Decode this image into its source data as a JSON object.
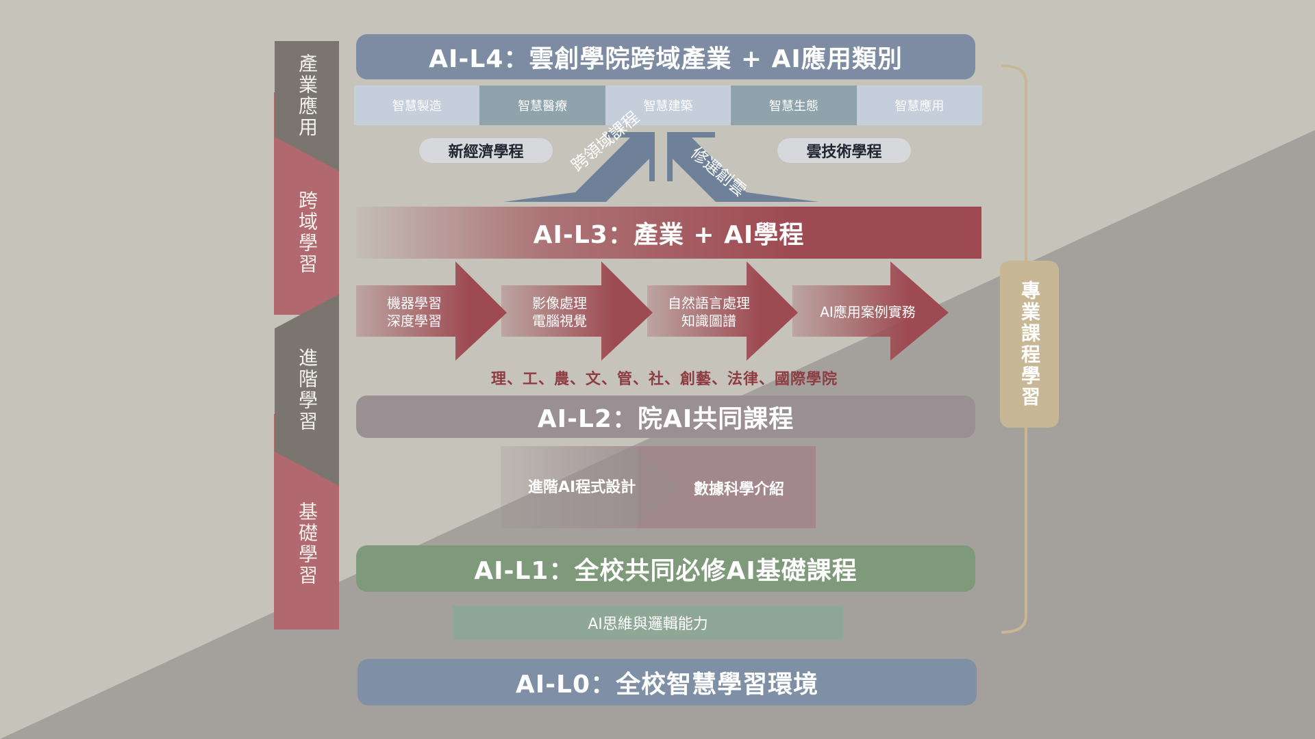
{
  "levels": {
    "l4": "AI-L4：雲創學院跨域產業 + AI應用類別",
    "l3": "AI-L3：產業 + AI學程",
    "l2": "AI-L2：院AI共同課程",
    "l1": "AI-L1：全校共同必修AI基礎課程",
    "l0": "AI-L0：全校智慧學習環境"
  },
  "l4_tabs": [
    "智慧製造",
    "智慧醫療",
    "智慧建築",
    "智慧生態",
    "智慧應用"
  ],
  "programs": {
    "left": "新經濟學程",
    "right": "雲技術學程"
  },
  "arrows": {
    "left": "跨領域課程",
    "right": "修選創雲"
  },
  "l3_chevrons": [
    {
      "line1": "機器學習",
      "line2": "深度學習"
    },
    {
      "line1": "影像處理",
      "line2": "電腦視覺"
    },
    {
      "line1": "自然語言處理",
      "line2": "知識圖譜"
    },
    {
      "line1": "AI應用案例實務",
      "line2": ""
    }
  ],
  "colleges": "理、工、農、文、管、社、創藝、法律、國際學院",
  "l2_courses": [
    "進階AI程式設計",
    "數據科學介紹"
  ],
  "l1_box": "AI思維與邏輯能力",
  "stages": [
    "產業應用",
    "跨域學習",
    "進階學習",
    "基礎學習"
  ],
  "bracket_label": "專業課程學習",
  "colors": {
    "l4": "#7d8ca3",
    "l3": "#9e4a52",
    "l2": "#9a8f92",
    "l1": "#7f9a7a",
    "l0": "#7e8fa6",
    "stage_red": "#b06a70",
    "stage_gray": "#7d7a73",
    "bracket": "#c8b795"
  }
}
